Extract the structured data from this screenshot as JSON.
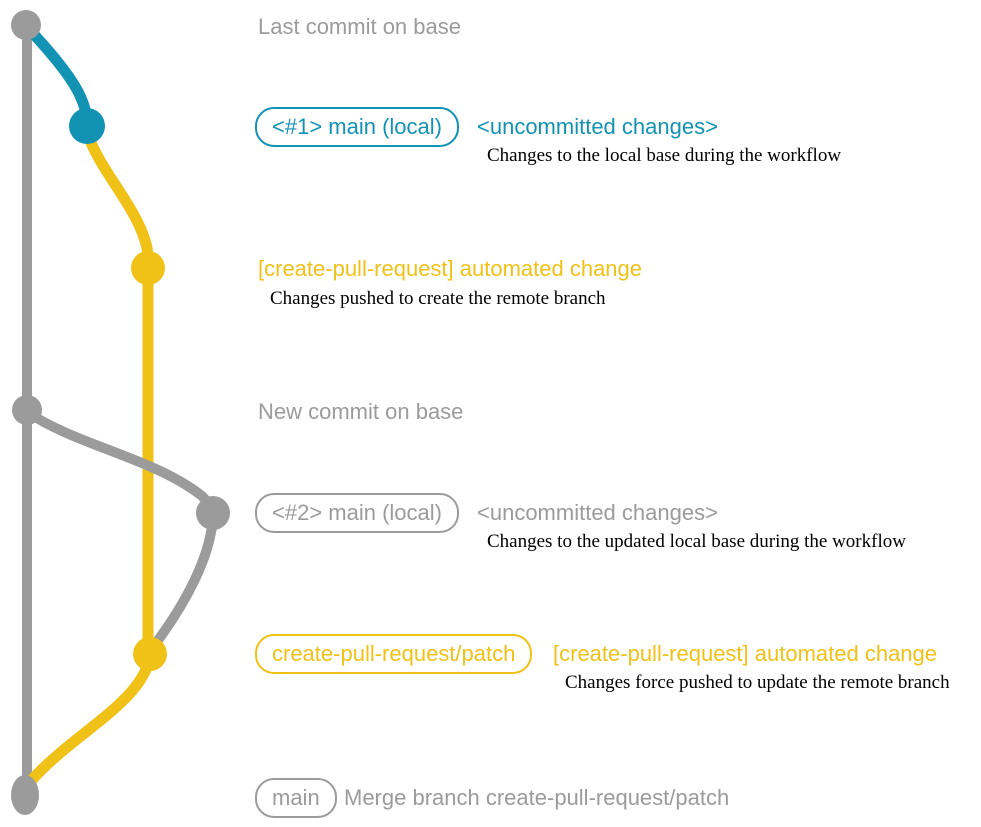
{
  "colors": {
    "gray": "#9b9b9b",
    "blue": "#1293b4",
    "yellow": "#f0c117",
    "ink": "#000000"
  },
  "graph": {
    "nodes": [
      {
        "name": "last-commit-on-base",
        "color": "gray"
      },
      {
        "name": "local-main-commit-1",
        "color": "blue"
      },
      {
        "name": "automated-change-commit-1",
        "color": "yellow"
      },
      {
        "name": "new-commit-on-base",
        "color": "gray"
      },
      {
        "name": "local-main-commit-2",
        "color": "gray"
      },
      {
        "name": "automated-change-commit-2",
        "color": "yellow"
      },
      {
        "name": "merge-commit",
        "color": "gray"
      }
    ]
  },
  "rows": {
    "head": {
      "title": "Last commit on base"
    },
    "r1": {
      "badge": "<#1> main (local)",
      "headline": "<uncommitted changes>",
      "description": "Changes to the local base during the workflow"
    },
    "r2": {
      "headline": "[create-pull-request] automated change",
      "description": "Changes pushed to create the remote branch"
    },
    "mid": {
      "title": "New commit on base"
    },
    "r3": {
      "badge": "<#2> main (local)",
      "headline": "<uncommitted changes>",
      "description": "Changes to the updated local base during the workflow"
    },
    "r4": {
      "badge": "create-pull-request/patch",
      "headline": "[create-pull-request] automated change",
      "description": "Changes force pushed to update the remote branch"
    },
    "r5": {
      "badge": "main",
      "headline": "Merge branch create-pull-request/patch"
    }
  }
}
